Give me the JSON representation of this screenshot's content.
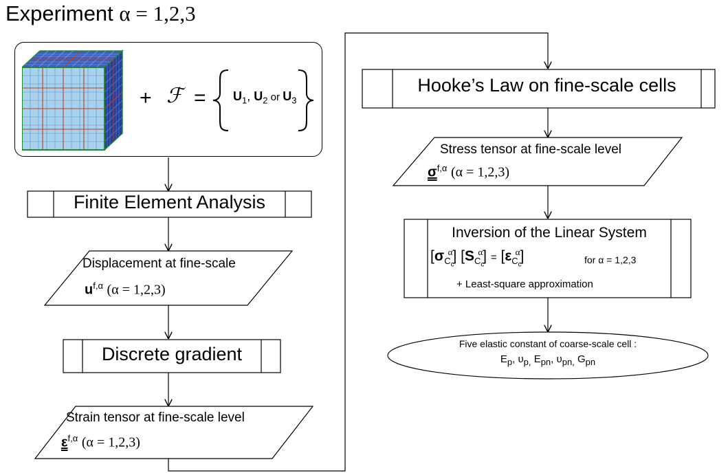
{
  "title": {
    "prefix": "Experiment ",
    "formula": "α = 1,2,3"
  },
  "input_block": {
    "plus": "+",
    "loading_symbol": "ℱ",
    "equals": "=",
    "u1": "U",
    "u1_sub": "1",
    "comma": ",",
    "u2": "U",
    "u2_sub": "2",
    "or": " or ",
    "u3": "U",
    "u3_sub": "3"
  },
  "steps": {
    "fea": "Finite Element Analysis",
    "displacement_label": "Displacement at fine-scale",
    "displacement_symbol": "u",
    "displacement_sup": "f,α",
    "displacement_range": "(α = 1,2,3)",
    "gradient": "Discrete gradient",
    "strain_label": "Strain tensor at fine-scale level",
    "strain_symbol": "ε",
    "strain_sup": "f,α",
    "strain_range": "(α = 1,2,3)",
    "hooke": "Hooke’s Law on fine-scale cells",
    "stress_label": "Stress tensor at fine-scale level",
    "stress_symbol": "σ",
    "stress_sup": "f,α",
    "stress_range": "(α = 1,2,3)",
    "inversion_title": "Inversion of the Linear System",
    "inv_sigma": "σ",
    "inv_s": "S",
    "inv_eps": "ε",
    "inv_sub": "C",
    "inv_subsub": "c",
    "inv_sup": "α",
    "inv_equals": "=",
    "inv_for": "for α = 1,2,3",
    "inv_note": "+ Least-square approximation",
    "result_line1": "Five elastic constant of coarse-scale cell :",
    "result_Ep": "E",
    "result_Ep_sub": "p",
    "result_nup": "υ",
    "result_nup_sub": "p,",
    "result_Epn": "E",
    "result_Epn_sub": "pn",
    "result_nupn": "υ",
    "result_nupn_sub": "pn,",
    "result_Gpn": "G",
    "result_Gpn_sub": "pn"
  },
  "colors": {
    "cube_front": "#a7d3ef",
    "cube_top": "#3c5fc2",
    "cube_side": "#243da0",
    "cube_edge": "#1f8a2a",
    "cube_grid_minor": "#6b86b3",
    "cube_grid_major": "#c0401f"
  }
}
